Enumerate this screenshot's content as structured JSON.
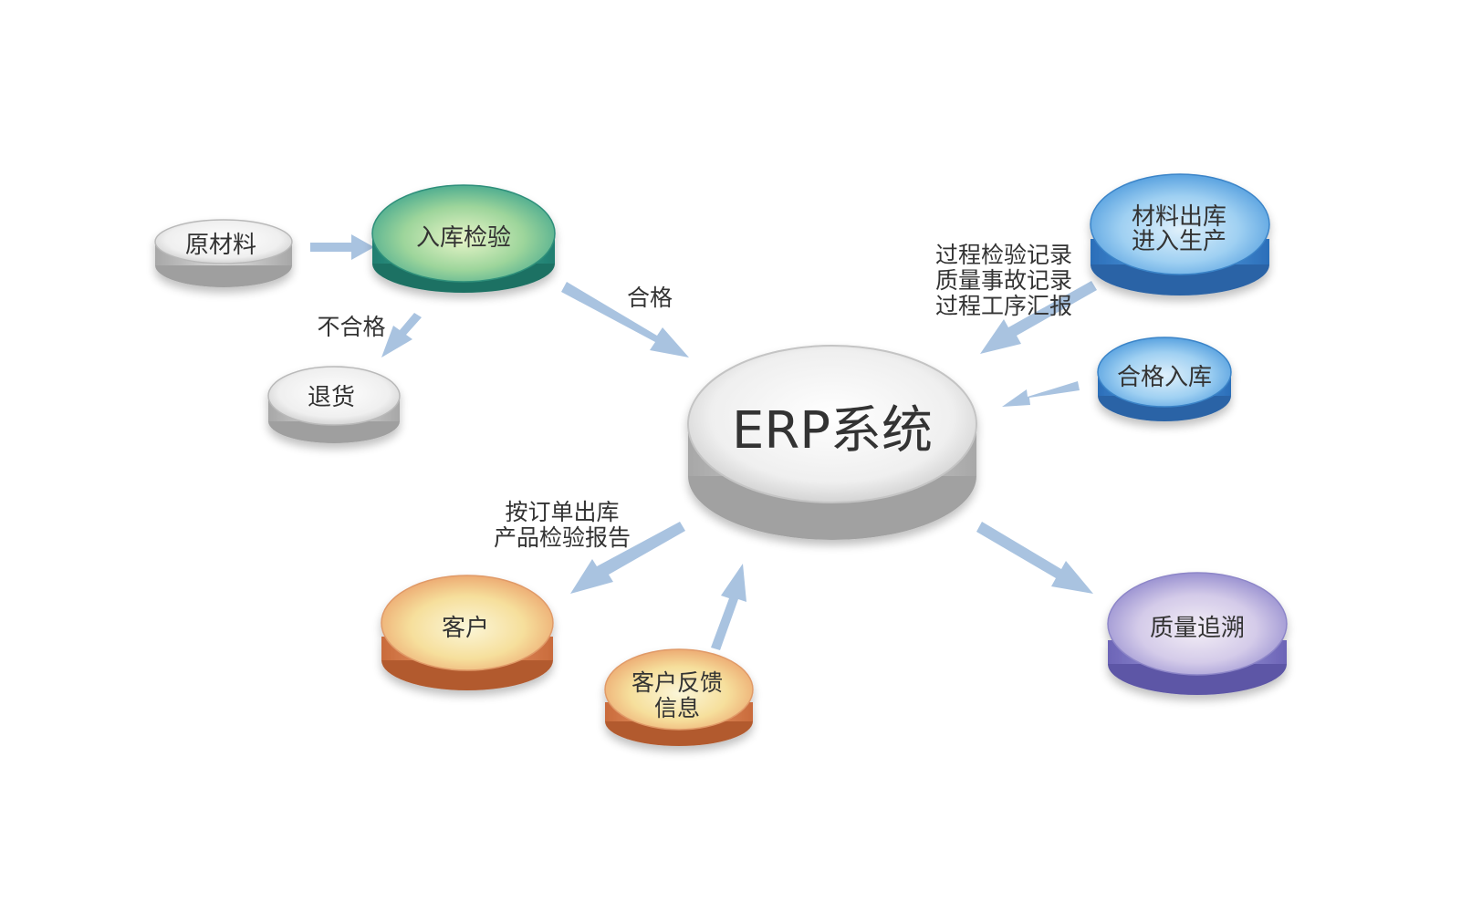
{
  "nodes": {
    "raw": {
      "label": "原材料",
      "color": "#c9c9c9"
    },
    "inbound": {
      "label": "入库检验",
      "color": "#3aa58c"
    },
    "return": {
      "label": "退货",
      "color": "#c9c9c9"
    },
    "erp": {
      "label": "ERP系统",
      "color": "#cfcfcf"
    },
    "material_out": {
      "line1": "材料出库",
      "line2": "进入生产",
      "color": "#3b8fd6"
    },
    "qualified_in": {
      "label": "合格入库",
      "color": "#3b8fd6"
    },
    "customer": {
      "label": "客户",
      "color": "#e08a55"
    },
    "feedback": {
      "line1": "客户反馈",
      "line2": "信息",
      "color": "#e08a55"
    },
    "trace": {
      "label": "质量追溯",
      "color": "#7b76c6"
    }
  },
  "edges": {
    "qualified": "合格",
    "unqualified": "不合格",
    "process": [
      "过程检验记录",
      "质量事故记录",
      "过程工序汇报"
    ],
    "shipping": [
      "按订单出库",
      "产品检验报告"
    ]
  },
  "arrow_color": "#a9c3e0"
}
